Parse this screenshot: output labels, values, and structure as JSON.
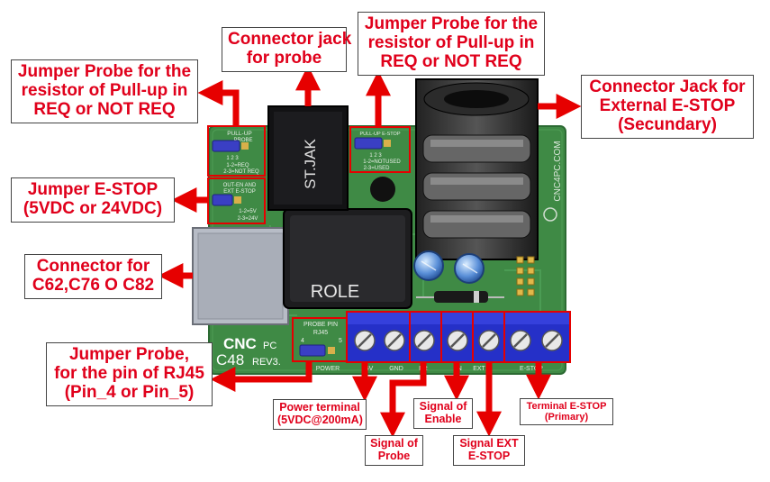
{
  "board": {
    "brand": "CNC",
    "brand_suffix": "PC",
    "model": "C48",
    "revision": "REV3.",
    "side_mark": "CNC4PC.COM",
    "relay_label": "ROLE",
    "jack_label": "ST.JAK"
  },
  "silkscreen": {
    "pullup_title": "PULL-UP",
    "pullup_sub": "PROBE",
    "pullup_opt1": "1-2=REQ",
    "pullup_opt2": "2-3=NOT REQ",
    "jumper_nums": "1   2   3",
    "estop_title": "OUT-EN AND",
    "estop_sub": "EXT E-STOP",
    "estop_opt1": "1-2=5V",
    "estop_opt2": "2-3=24V",
    "rs_title": "PULL-UP E-STOP",
    "rs_opt1": "1-2=NOTUSED",
    "rs_opt2": "2-3=USED",
    "probe_pin": "PROBE PIN",
    "rj45": "RJ45",
    "pin4": "4",
    "pin5": "5",
    "power": "POWER",
    "t_5v": "5V",
    "t_gnd": "GND",
    "t_pr": "PR",
    "t_en": "EN",
    "t_ext": "EXT",
    "t_estop": "E-STOP"
  },
  "callouts": {
    "jumper_pullup_left": [
      "Jumper Probe for the",
      "resistor of Pull-up in",
      "REQ or NOT REQ"
    ],
    "connector_jack_probe": [
      "Connector jack",
      "for probe"
    ],
    "jumper_pullup_right": [
      "Jumper Probe for the",
      "resistor of Pull-up in",
      "REQ or NOT REQ"
    ],
    "connector_jack_external": [
      "Connector Jack for",
      "External E-STOP",
      "(Secundary)"
    ],
    "jumper_estop": [
      "Jumper E-STOP",
      "(5VDC or 24VDC)"
    ],
    "connector_c62": [
      "Connector for",
      "C62,C76 O C82"
    ],
    "jumper_probe_rj45": [
      "Jumper Probe,",
      "for the pin of RJ45",
      "(Pin_4 or Pin_5)"
    ],
    "power_terminal": [
      "Power terminal",
      "(5VDC@200mA)"
    ],
    "signal_probe": [
      "Signal of",
      "Probe"
    ],
    "signal_enable": [
      "Signal of",
      "Enable"
    ],
    "signal_ext_estop": [
      "Signal EXT",
      "E-STOP"
    ],
    "terminal_estop": [
      "Terminal E-STOP",
      "(Primary)"
    ]
  },
  "colors": {
    "callout_text": "#e0001b",
    "arrow": "#e60000",
    "pcb": "#3f8a45",
    "terminal": "#2530c8",
    "jumper": "#3a3fc4"
  }
}
